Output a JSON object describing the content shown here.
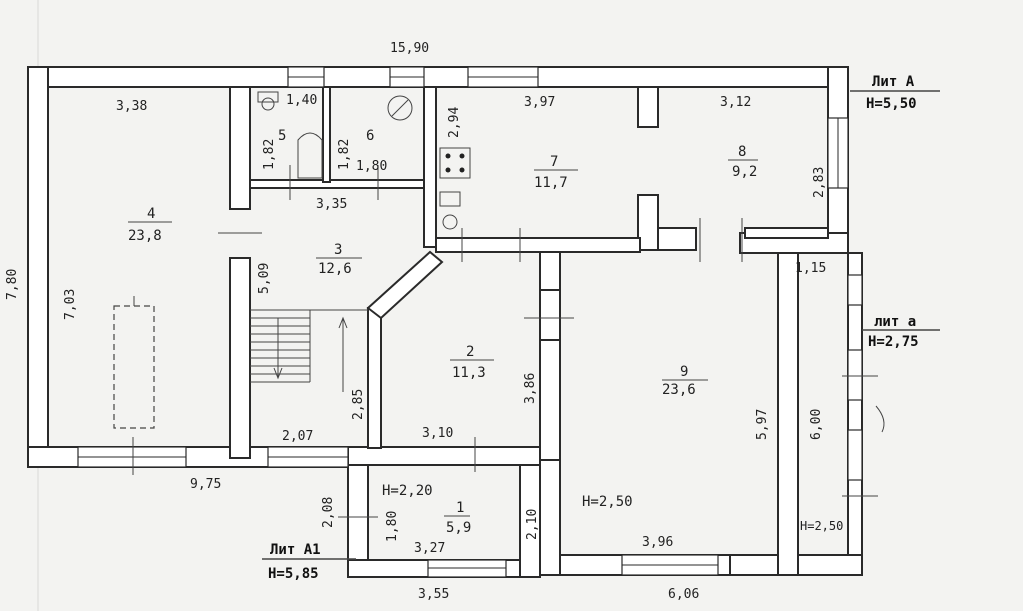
{
  "title_overall_width": "15,90",
  "overall_height": "7,80",
  "bottom_width_left": "9,75",
  "bottom_width_mid": "3,55",
  "bottom_width_right": "6,06",
  "lit_A": {
    "name": "Лит А",
    "height": "H=5,50"
  },
  "lit_a": {
    "name": "лит а",
    "height": "H=2,75"
  },
  "lit_A1": {
    "name": "Лит А1",
    "height": "H=5,85"
  },
  "heights": {
    "room1": "H=2,20",
    "room9": "H=2,50",
    "veranda": "H=2,50"
  },
  "rooms": [
    {
      "num": "1",
      "area": "5,9"
    },
    {
      "num": "2",
      "area": "11,3"
    },
    {
      "num": "3",
      "area": "12,6"
    },
    {
      "num": "4",
      "area": "23,8"
    },
    {
      "num": "5",
      "area": ""
    },
    {
      "num": "6",
      "area": ""
    },
    {
      "num": "7",
      "area": "11,7"
    },
    {
      "num": "8",
      "area": "9,2"
    },
    {
      "num": "9",
      "area": "23,6"
    }
  ],
  "dims": {
    "r4_top": "3,38",
    "r4_side": "7,03",
    "r5_top": "1,40",
    "r5_side": "1,82",
    "r6_side": "1,82",
    "r6_bottom": "1,80",
    "r7_top": "3,97",
    "r7_side": "2,94",
    "r8_top": "3,12",
    "r8_side": "2,83",
    "r3_top": "3,35",
    "r3_side": "5,09",
    "stair_side": "2,85",
    "stair_bottom": "2,07",
    "r2_bottom": "3,10",
    "r2_side": "3,86",
    "r9_side": "5,97",
    "r9_bottom": "3,96",
    "ver_top": "1,15",
    "ver_side": "6,00",
    "r1_top_left": "2,08",
    "r1_left": "1,80",
    "r1_right": "2,10",
    "r1_bottom": "3,27"
  }
}
